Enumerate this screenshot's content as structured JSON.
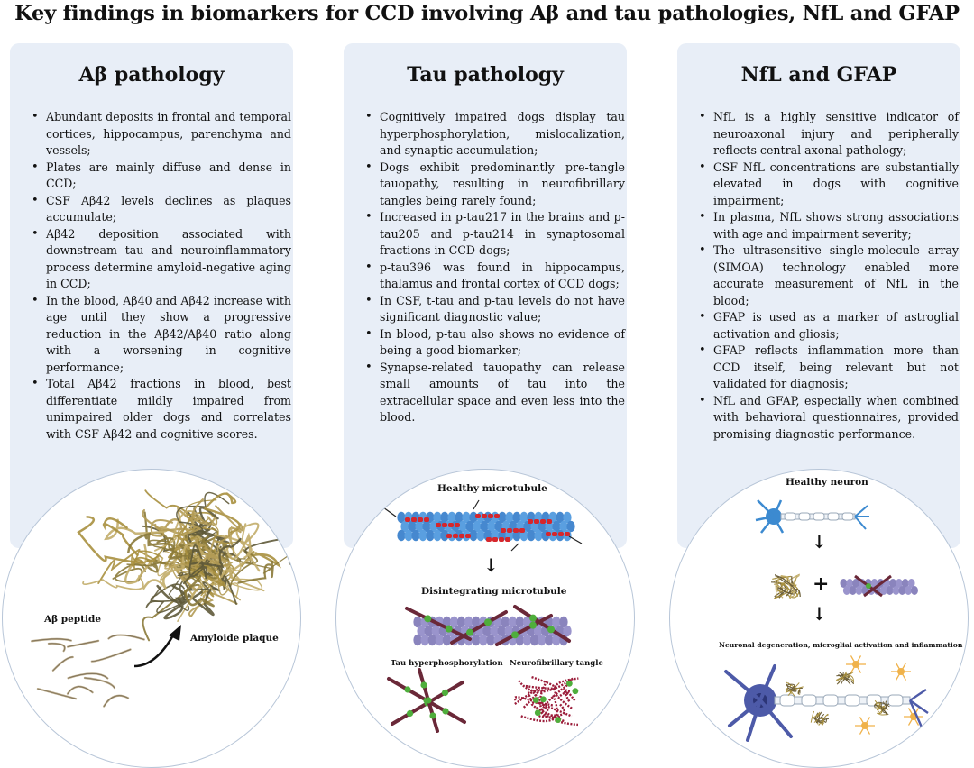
{
  "title": "Key findings in biomarkers for CCD involving Aβ and tau pathologies, NfL and GFAP",
  "panels": {
    "abeta": {
      "title": "Aβ pathology",
      "bullets": [
        "Abundant deposits in frontal and temporal cortices, hippocampus, parenchyma and vessels;",
        "Plates are mainly diffuse and dense in CCD;",
        "CSF Aβ42 levels declines as plaques accumulate;",
        "Aβ42 deposition associated with downstream tau and neuroinflammatory process determine amyloid-negative aging in CCD;",
        "In the blood, Aβ40 and Aβ42 increase with age until they show a progressive reduction in the Aβ42/Aβ40 ratio along with a worsening in cognitive performance;",
        "Total Aβ42 fractions in blood, best differentiate mildly impaired from unimpaired older dogs and correlates with CSF Aβ42 and cognitive scores."
      ],
      "figure": {
        "label_peptide": "Aβ peptide",
        "label_plaque": "Amyloide plaque"
      }
    },
    "tau": {
      "title": "Tau pathology",
      "bullets": [
        "Cognitively impaired dogs display tau hyperphosphorylation, mislocalization, and synaptic accumulation;",
        "Dogs exhibit predominantly pre-tangle tauopathy, resulting in neurofibrillary tangles being rarely found;",
        "Increased in p-tau217 in the brains and p-tau205 and p-tau214 in synaptosomal fractions in CCD dogs;",
        "p-tau396 was found in hippocampus, thalamus and frontal cortex of CCD dogs;",
        "In CSF, t-tau and p-tau levels do not have significant diagnostic value;",
        "In blood, p-tau also shows no evidence of being a good biomarker;",
        "Synapse-related tauopathy can release small amounts of tau into the extracellular space and even less into the blood."
      ],
      "figure": {
        "label_healthy": "Healthy microtubule",
        "label_disintegrating": "Disintegrating microtubule",
        "label_hyper": "Tau hyperphosphorylation",
        "label_tangle": "Neurofibrillary tangle"
      }
    },
    "nfl": {
      "title": "NfL and GFAP",
      "bullets": [
        "NfL is a highly sensitive indicator of neuroaxonal injury and peripherally reflects central axonal pathology;",
        "CSF NfL concentrations are substantially elevated in dogs with cognitive impairment;",
        "In plasma, NfL shows strong associations with age and impairment severity;",
        "The ultrasensitive single-molecule array (SIMOA) technology enabled more accurate measurement of NfL in the blood;",
        "GFAP is used as a marker of astroglial activation and gliosis;",
        "GFAP reflects inflammation more than CCD itself, being relevant but not validated for diagnosis;",
        "NfL and GFAP, especially when combined with behavioral questionnaires, provided promising diagnostic performance."
      ],
      "figure": {
        "label_neuron": "Healthy neuron",
        "label_degeneration": "Neuronal degeneration, microglial activation and inflammation"
      }
    }
  },
  "colors": {
    "panel_bg": "#e8eef7",
    "microtubule_blue": "#5a9fe0",
    "tau_red": "#d6262c",
    "microtubule_purple": "#9a94cc",
    "tau_dark": "#6a2838",
    "phospho_green": "#4fae3c",
    "plaque_gold": "#a8903f",
    "neuron_blue": "#3c8ad0"
  }
}
